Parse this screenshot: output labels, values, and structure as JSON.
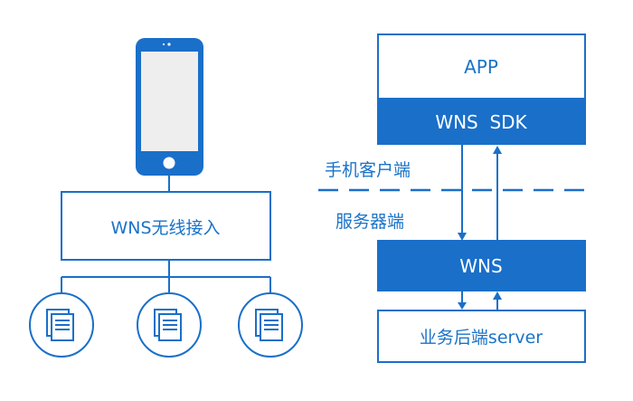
{
  "colors": {
    "primary": "#1a6fc9",
    "screen": "#eeeeee",
    "background": "#ffffff"
  },
  "left": {
    "access_box_label": "WNS无线接入",
    "server_icons": [
      "server-icon",
      "server-icon",
      "server-icon"
    ],
    "phone_icon": "smartphone-icon"
  },
  "right": {
    "app_label": "APP",
    "sdk_label": "WNS  SDK",
    "client_side_label": "手机客户端",
    "server_side_label": "服务器端",
    "wns_label": "WNS",
    "backend_label": "业务后端server"
  }
}
